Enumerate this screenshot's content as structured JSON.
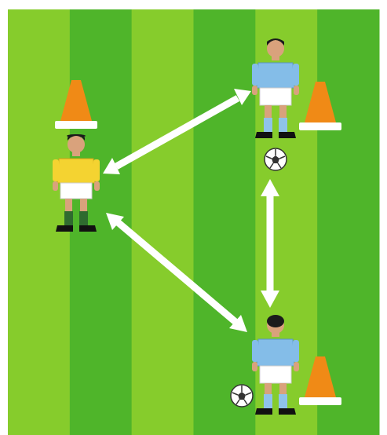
{
  "diagram": {
    "pitch": {
      "stripe_light": "#86cc2c",
      "stripe_dark": "#4fb52a",
      "border": "#ffffff"
    },
    "colors": {
      "arrow": "#ffffff",
      "cone": "#f08a16",
      "cone_base": "#ffffff",
      "yellow_shirt": "#f4d331",
      "blue_shirt": "#84bde8",
      "shorts": "#ffffff",
      "socks_yellow": "#2f6b2f",
      "socks_blue": "#8fc3ea",
      "skin": "#d9a27c",
      "hair": "#1b1b1b",
      "boots": "#111111",
      "ball": "#ffffff"
    },
    "elements": {
      "players": [
        {
          "id": "yellow-player",
          "kit": "yellow"
        },
        {
          "id": "blue-player-top",
          "kit": "blue"
        },
        {
          "id": "blue-player-bottom",
          "kit": "blue"
        }
      ],
      "cones": [
        "cone-left",
        "cone-top-right",
        "cone-bottom-right"
      ],
      "balls": [
        "ball-top",
        "ball-bottom"
      ],
      "passes": [
        {
          "id": "pass-yellow-to-top",
          "from": "yellow-player",
          "to": "blue-player-top",
          "direction": "both"
        },
        {
          "id": "pass-yellow-to-bottom",
          "from": "yellow-player",
          "to": "blue-player-bottom",
          "direction": "both"
        },
        {
          "id": "pass-top-to-bottom",
          "from": "blue-player-top",
          "to": "blue-player-bottom",
          "direction": "both"
        }
      ]
    }
  }
}
